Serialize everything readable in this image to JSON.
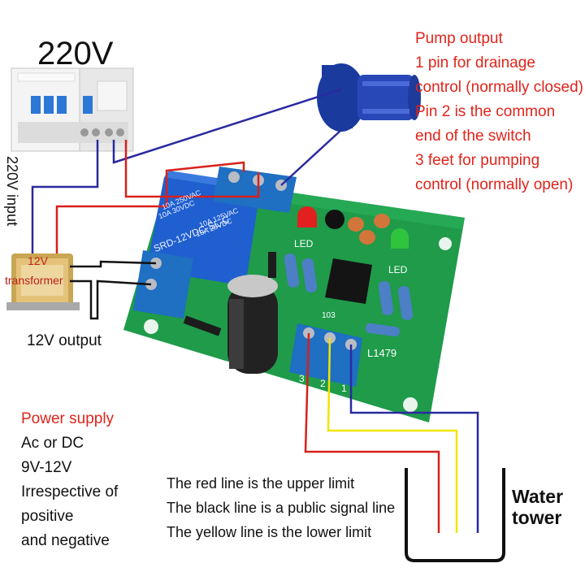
{
  "voltage_title": "220V",
  "left_vertical_label": "220V input",
  "transformer": {
    "line1": "12V",
    "line2": "transformer"
  },
  "output_label": "12V output",
  "pump_notes": [
    "Pump output",
    "1 pin for drainage",
    "control (normally closed)",
    "Pin 2 is the common",
    "end of the switch",
    "3 feet for pumping",
    "control (normally open)"
  ],
  "power_supply": {
    "heading": "Power supply",
    "lines": [
      "Ac or DC",
      "9V-12V",
      "Irrespective of",
      "positive",
      "and negative"
    ]
  },
  "wire_notes": [
    "The red line is the upper limit",
    "The black line is a public signal line",
    "The yellow line is the lower limit"
  ],
  "water_tower": {
    "line1": "Water",
    "line2": "tower"
  },
  "board_markings": {
    "relay_model": "SRD-12VDC-SL-C",
    "relay_rating_1": "10A 250VAC",
    "relay_rating_2": "10A 30VDC",
    "relay_rating_3": "10A 125VAC",
    "relay_rating_4": "10A 28VDC",
    "led_left": "LED",
    "led_right": "LED",
    "board_id": "L1479",
    "cap_code": "103",
    "pin_3": "3",
    "pin_2": "2",
    "pin_1": "1"
  },
  "colors": {
    "wire_red": "#d8201a",
    "wire_blue": "#2a2aa0",
    "wire_yellow": "#f2e400",
    "wire_black": "#111111",
    "pcb_green": "#1f9b4a",
    "terminal_blue": "#1f6fc2",
    "relay_blue": "#1f5fcf",
    "note_red": "#e0241b"
  }
}
